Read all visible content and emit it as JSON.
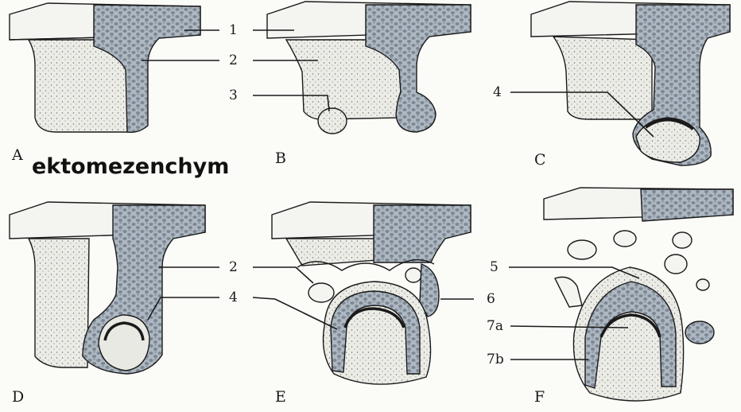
{
  "panels": [
    "A",
    "B",
    "C",
    "D",
    "E",
    "F"
  ],
  "title_text": "ektomezenchym",
  "labels": {
    "l1": "1",
    "l2": "2",
    "l3": "3",
    "l4": "4",
    "l5": "5",
    "l6": "6",
    "l7a": "7a",
    "l7b": "7b"
  },
  "colors": {
    "ink": "#1a1a1a",
    "paper": "#fbfbf8",
    "epithelium": "#bfc7cf",
    "mesenchyme": "#e9e9e4"
  }
}
